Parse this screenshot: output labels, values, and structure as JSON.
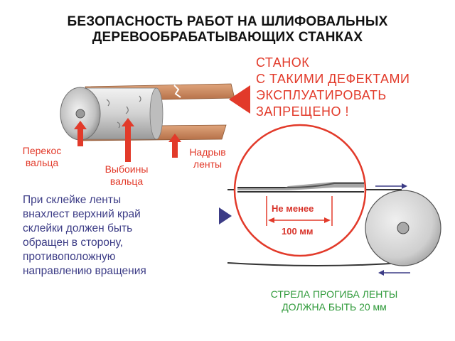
{
  "title": {
    "line1": "БЕЗОПАСНОСТЬ РАБОТ НА ШЛИФОВАЛЬНЫХ",
    "line2": "ДЕРЕВООБРАБАТЫВАЮЩИХ СТАНКАХ"
  },
  "warning": {
    "line1": "СТАНОК",
    "line2": "С ТАКИМИ ДЕФЕКТАМИ",
    "line3": "ЭКСПЛУАТИРОВАТЬ",
    "line4": "ЗАПРЕЩЕНО !"
  },
  "defects": {
    "skew_line1": "Перекос",
    "skew_line2": "вальца",
    "dents_line1": "Выбоины",
    "dents_line2": "вальца",
    "tear_line1": "Надрыв",
    "tear_line2": "ленты"
  },
  "instruction": {
    "line1": "При склейке ленты",
    "line2": "внахлест верхний край",
    "line3": "склейки должен быть",
    "line4": "обращен в сторону,",
    "line5": "противоположную",
    "line6": "направлению вращения"
  },
  "overlap": {
    "label_line1": "Не менее",
    "label_line2": "100 мм"
  },
  "sag": {
    "line1": "СТРЕЛА ПРОГИБА ЛЕНТЫ",
    "line2": "ДОЛЖНА БЫТЬ 20 мм"
  },
  "colors": {
    "warning_red": "#e23a2a",
    "note_blue": "#3c3c86",
    "sag_green": "#2f9a3a",
    "belt_brown": "#c9855a",
    "roller_gray": "#c8c8c8"
  }
}
